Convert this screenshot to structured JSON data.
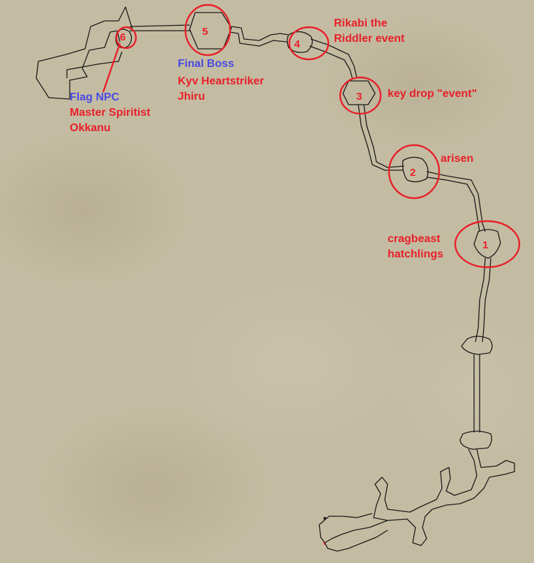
{
  "markers": [
    {
      "id": "marker-1",
      "number": "1"
    },
    {
      "id": "marker-2",
      "number": "2"
    },
    {
      "id": "marker-3",
      "number": "3"
    },
    {
      "id": "marker-4",
      "number": "4"
    },
    {
      "id": "marker-5",
      "number": "5"
    },
    {
      "id": "marker-6",
      "number": "6"
    }
  ],
  "labels": {
    "cragbeast_line1": "cragbeast",
    "cragbeast_line2": "hatchlings",
    "arisen": "arisen",
    "key_drop": "key drop \"event\"",
    "rikabi_line1": "Rikabi the",
    "rikabi_line2": "Riddler event",
    "final_boss": "Final Boss",
    "kyv": "Kyv Heartstriker",
    "jhiru": "Jhiru",
    "flag_npc": "Flag NPC",
    "master_spiritist": "Master Spiritist",
    "okkanu": "Okkanu"
  },
  "colors": {
    "annotation_red": "#e8202a",
    "annotation_blue": "#4a4ae0",
    "map_line": "#1a1a1a",
    "parchment": "#c4bca2"
  }
}
